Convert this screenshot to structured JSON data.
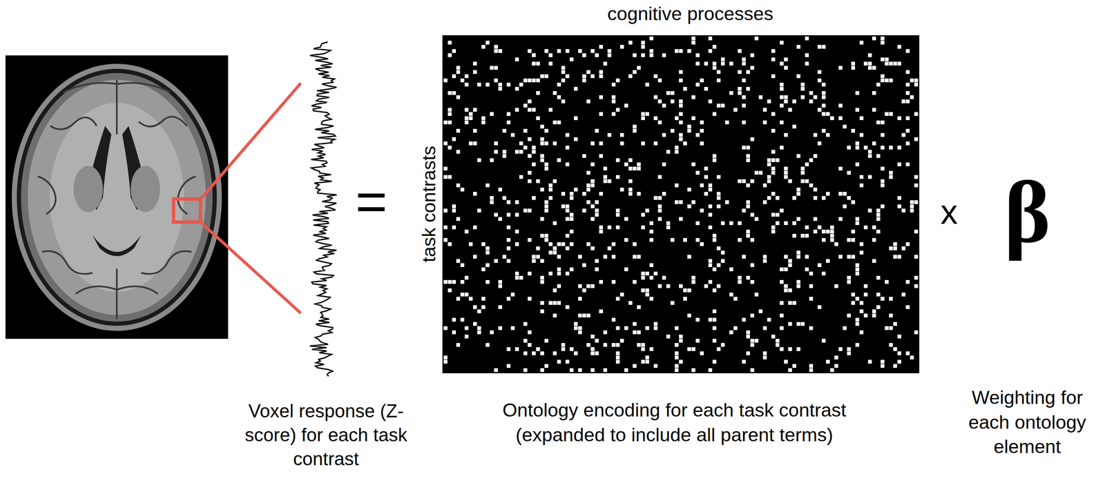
{
  "diagram": {
    "labels": [
      "cognitive processes",
      "=",
      "task contrasts",
      "x",
      "β",
      "Voxel response (Z-score) for each task contrast",
      "Ontology encoding for each task contrast (expanded to include all parent terms)",
      "Weighting for each ontology element"
    ]
  }
}
